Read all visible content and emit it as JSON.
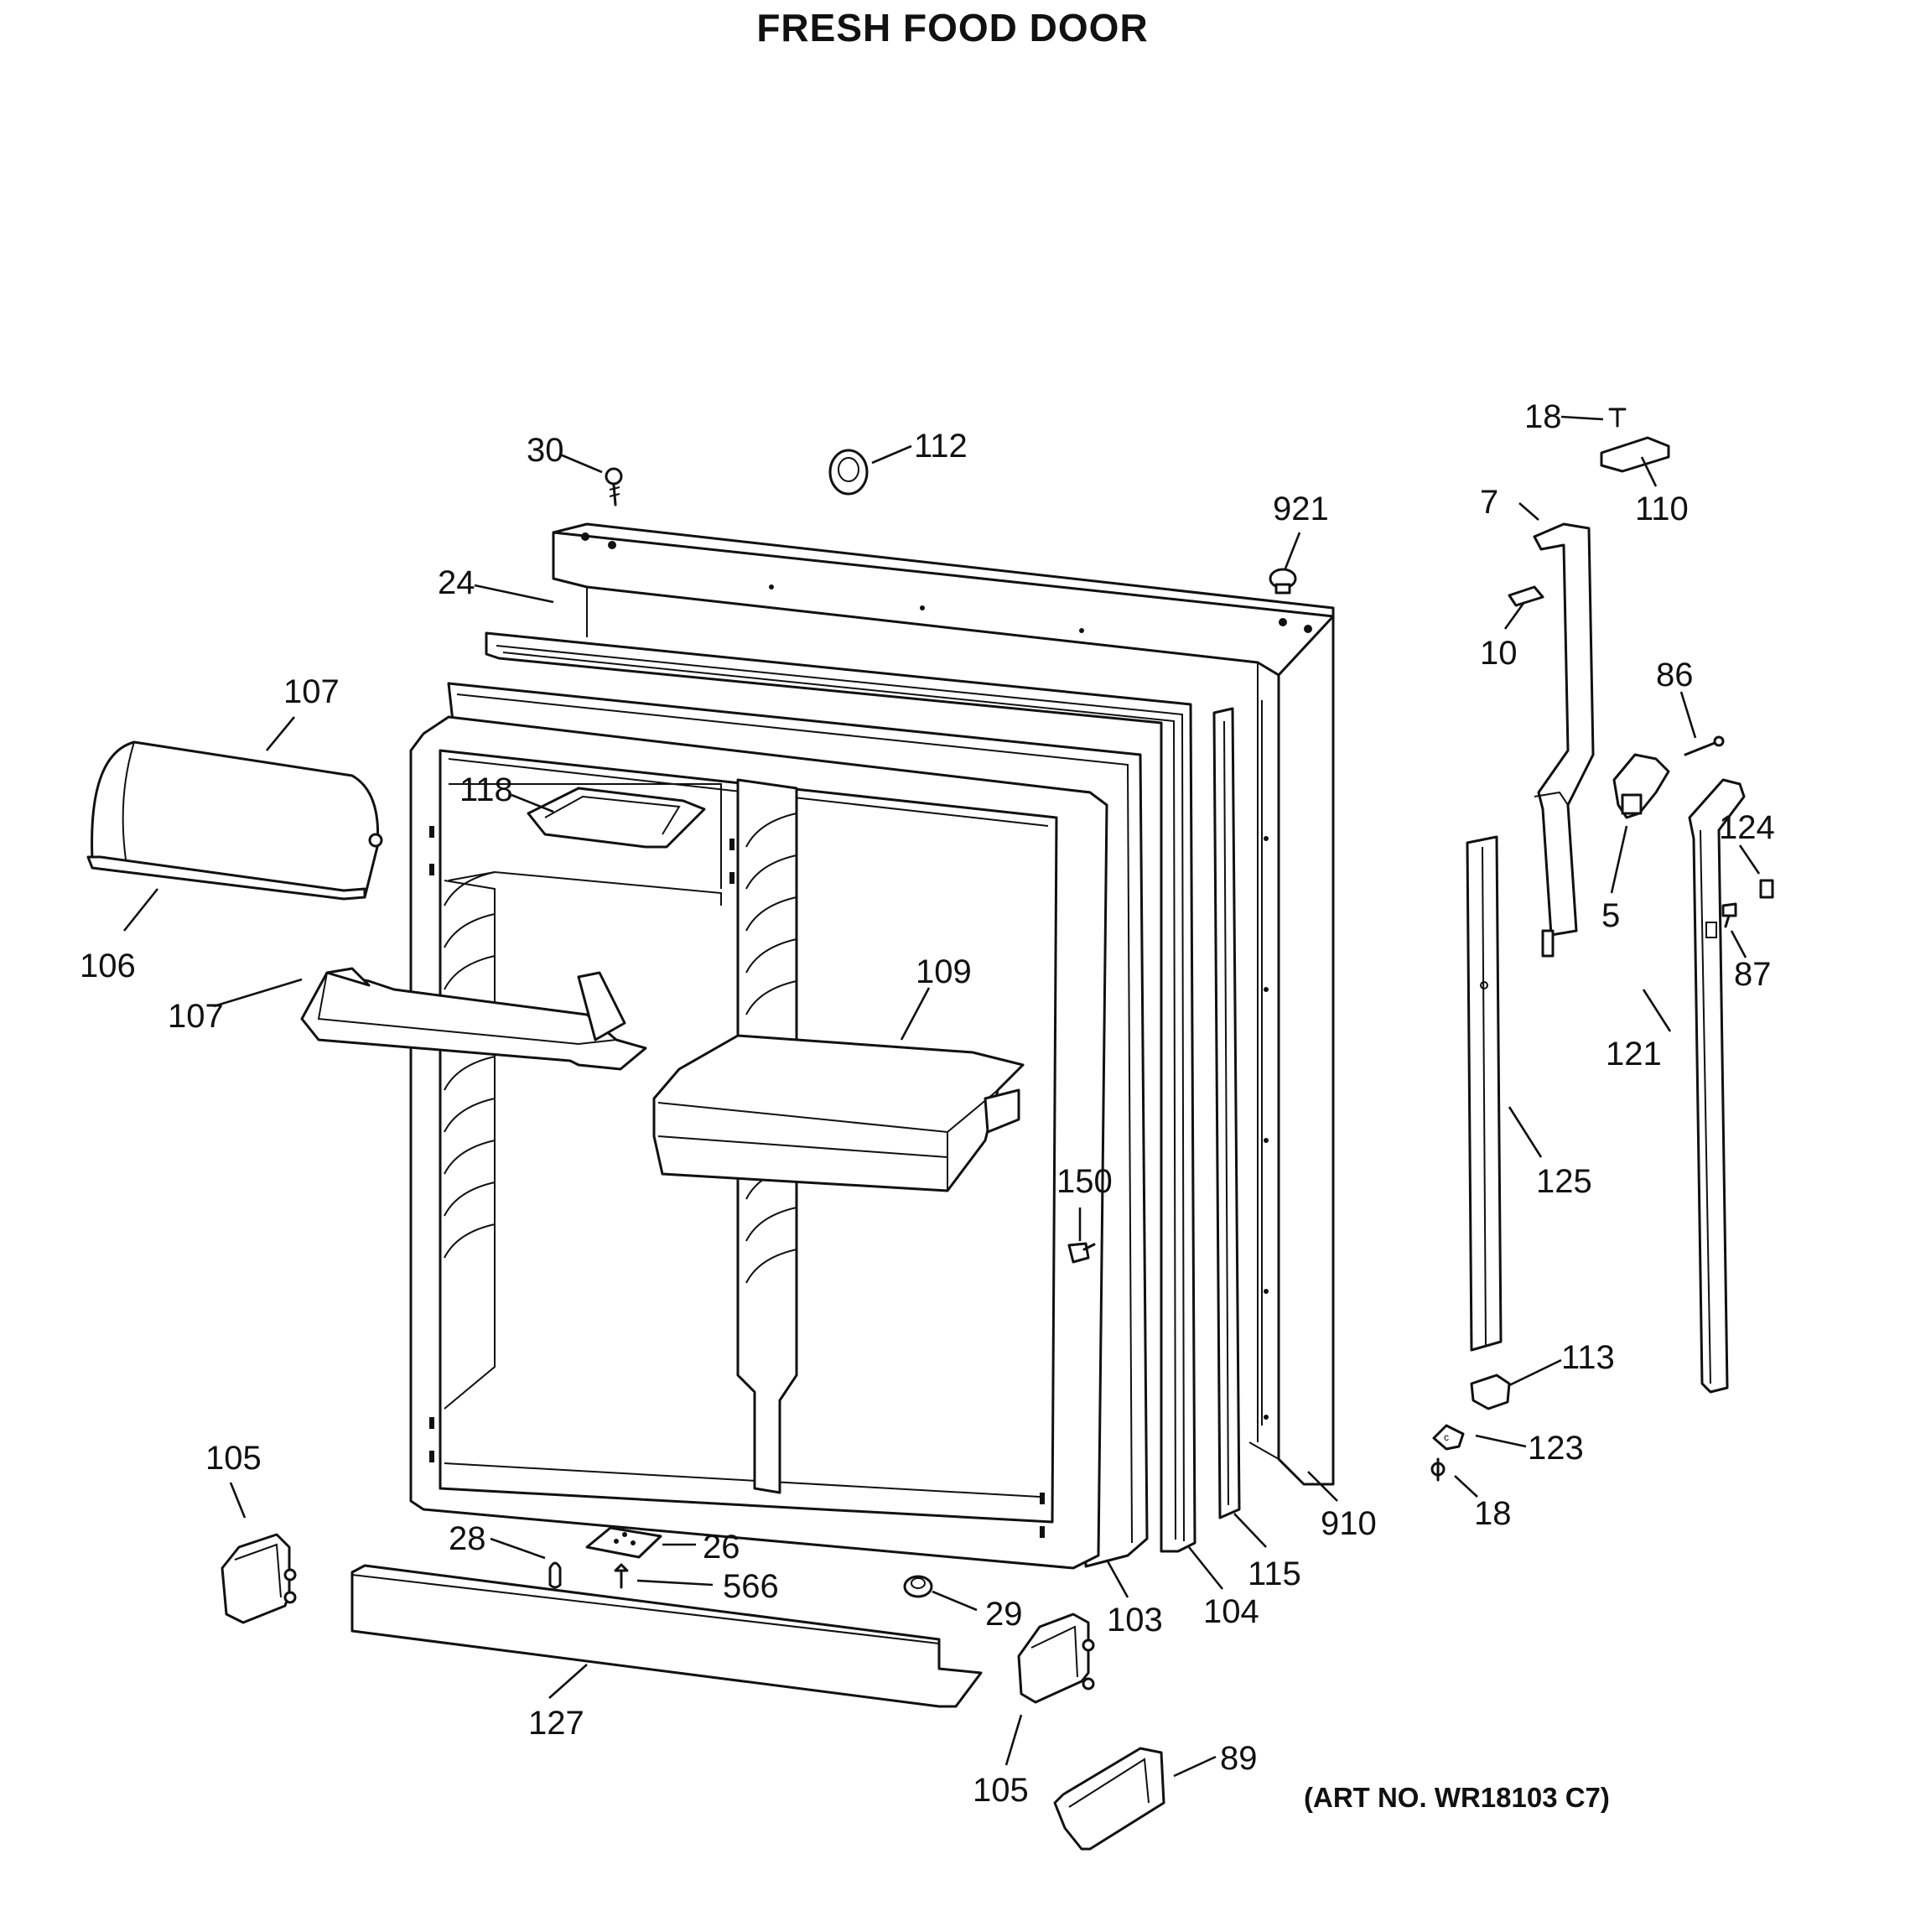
{
  "title": "FRESH FOOD DOOR",
  "art_number": "(ART NO. WR18103 C7)",
  "callouts": {
    "c30": "30",
    "c112": "112",
    "c921": "921",
    "c24": "24",
    "c107a": "107",
    "c106": "106",
    "c107b": "107",
    "c118": "118",
    "c109": "109",
    "c150": "150",
    "c105a": "105",
    "c28": "28",
    "c26": "26",
    "c566": "566",
    "c29": "29",
    "c103": "103",
    "c104": "104",
    "c115": "115",
    "c910": "910",
    "c127": "127",
    "c105b": "105",
    "c89": "89",
    "c18a": "18",
    "c110": "110",
    "c7": "7",
    "c10": "10",
    "c86": "86",
    "c5": "5",
    "c124": "124",
    "c87": "87",
    "c121": "121",
    "c125": "125",
    "c113": "113",
    "c123": "123",
    "c18b": "18"
  }
}
